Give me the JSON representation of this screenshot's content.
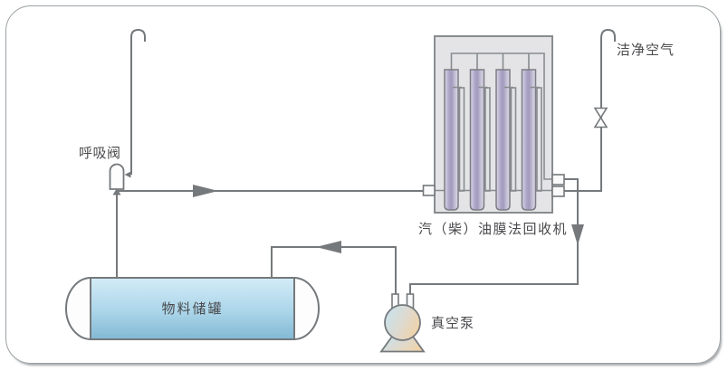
{
  "labels": {
    "breathing_valve": "呼吸阀",
    "clean_air": "洁净空气",
    "recovery_machine": "汽（柴）油膜法回收机",
    "storage_tank": "物料储罐",
    "vacuum_pump": "真空泵"
  },
  "colors": {
    "pipe": "#75797c",
    "text": "#4a4a4d",
    "frame_border": "#9aa0a3",
    "box_fill": "#e4e4e6",
    "box_border": "#888c8f",
    "tube_light": "#dcd9e8",
    "tube_dark": "#a29bbd",
    "tank_top": "#d3ecf8",
    "tank_bottom": "#83b9d4",
    "pump_left": "#c8e3ec",
    "pump_right": "#f2d2a3",
    "bg": "#ffffff"
  }
}
